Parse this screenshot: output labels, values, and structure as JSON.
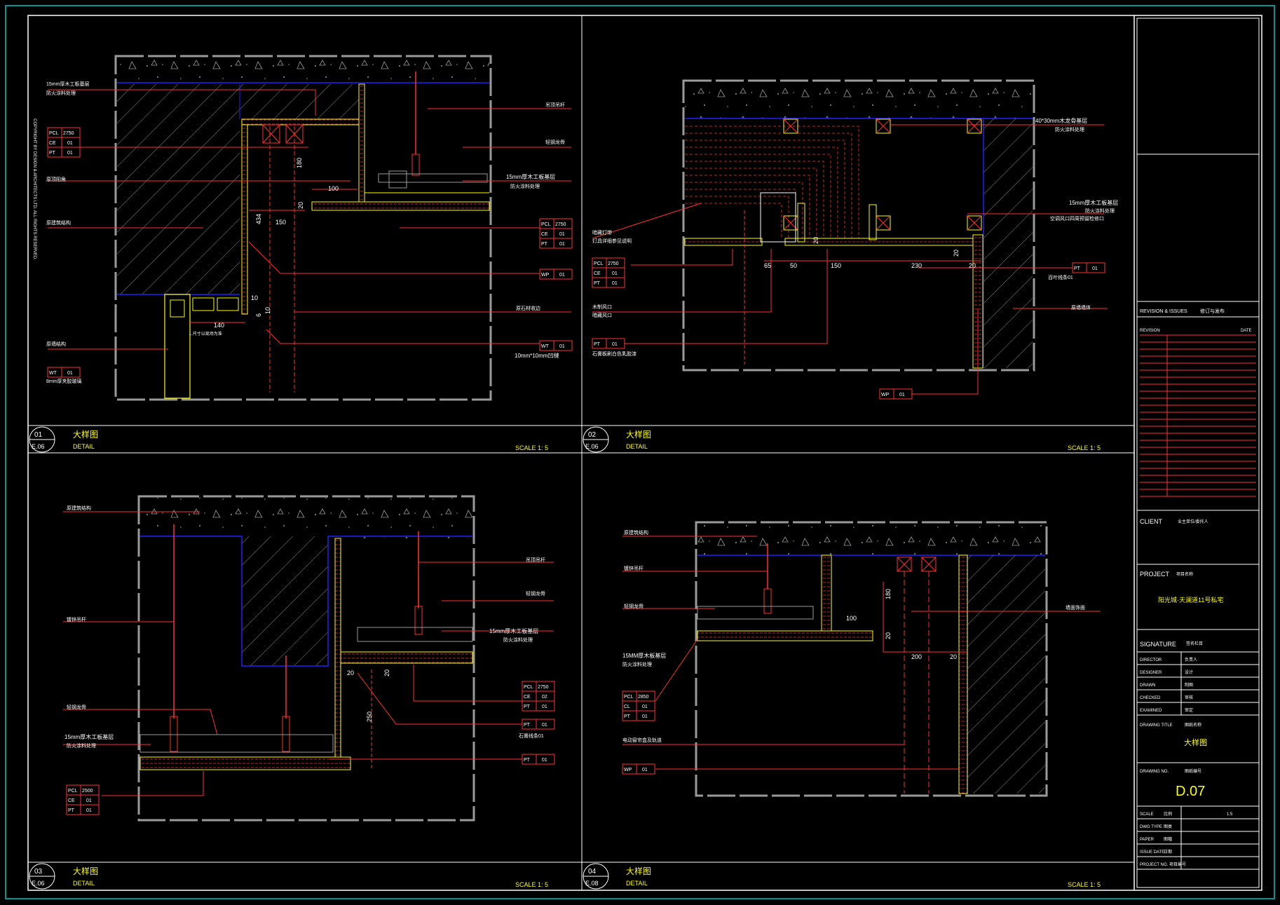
{
  "colors": {
    "background": "#000000",
    "frame": "#ffffff",
    "border": "#00c8c8",
    "dim": "#ff2020",
    "finish": "#ffff00",
    "slab": "#2020ff",
    "wall": "#9a9a9a",
    "label": "#ffffff",
    "title": "#ffff00"
  },
  "panels": [
    {
      "id": "01",
      "sheet": "E.06",
      "title_cn": "大样图",
      "title_en": "DETAIL",
      "scale": "SCALE 1:  5",
      "labels": [
        "15mm厚木工板基层",
        "防火涂料处理",
        "原顶阳角",
        "原建筑结构",
        "原墙结构",
        "8mm厚夹胶玻璃",
        "吊顶吊杆",
        "轻钢龙骨",
        "15mm厚木工板基层",
        "防火涂料处理",
        "原石材收边",
        "10mm*10mm凹缝"
      ],
      "dims": [
        "180",
        "100",
        "20",
        "434",
        "150",
        "140",
        "10",
        "10",
        "6"
      ],
      "tags": [
        {
          "a": "PCL",
          "b": "2750"
        },
        {
          "a": "CE",
          "b": "01"
        },
        {
          "a": "PT",
          "b": "01"
        },
        {
          "a": "PCL",
          "b": "2750"
        },
        {
          "a": "CE",
          "b": "01"
        },
        {
          "a": "PT",
          "b": "01"
        },
        {
          "a": "WP",
          "b": "01"
        },
        {
          "a": "WT",
          "b": "01"
        },
        {
          "a": "WT",
          "b": "01"
        }
      ],
      "note": "L 尺寸以现场为准"
    },
    {
      "id": "02",
      "sheet": "E.06",
      "title_cn": "大样图",
      "title_en": "DETAIL",
      "scale": "SCALE 1:  5",
      "labels": [
        "40*30mm木龙骨基层",
        "防火涂料处理",
        "15mm厚木工板基层",
        "防火涂料处理",
        "空调风口四周预留检修口",
        "原墙墙体",
        "暗藏灯带",
        "灯具详细参见说明",
        "木制风口",
        "暗藏风口",
        "百叶线条01",
        "石膏板刷白色乳胶漆"
      ],
      "dims": [
        "65",
        "50",
        "150",
        "230",
        "20",
        "20",
        "20"
      ],
      "tags": [
        {
          "a": "PCL",
          "b": "2750"
        },
        {
          "a": "CE",
          "b": "01"
        },
        {
          "a": "PT",
          "b": "01"
        },
        {
          "a": "PT",
          "b": "01"
        },
        {
          "a": "PT",
          "b": "01"
        },
        {
          "a": "WP",
          "b": "01"
        }
      ]
    },
    {
      "id": "03",
      "sheet": "E.06",
      "title_cn": "大样图",
      "title_en": "DETAIL",
      "scale": "SCALE 1:  5",
      "labels": [
        "原建筑结构",
        "吊顶吊杆",
        "轻钢龙骨",
        "镀锌吊杆",
        "轻钢龙骨",
        "15mm厚木工板基层",
        "防火涂料处理",
        "15mm厚木工板基层",
        "防火涂料处理",
        "石膏线条01"
      ],
      "dims": [
        "20",
        "20",
        "250"
      ],
      "tags": [
        {
          "a": "PCL",
          "b": "2750"
        },
        {
          "a": "CE",
          "b": "02"
        },
        {
          "a": "PT",
          "b": "01"
        },
        {
          "a": "PT",
          "b": "01"
        },
        {
          "a": "PT",
          "b": "01"
        },
        {
          "a": "PCL",
          "b": "2500"
        },
        {
          "a": "CE",
          "b": "01"
        },
        {
          "a": "PT",
          "b": "01"
        }
      ]
    },
    {
      "id": "04",
      "sheet": "E.08",
      "title_cn": "大样图",
      "title_en": "DETAIL",
      "scale": "SCALE 1:  5",
      "labels": [
        "原建筑结构",
        "镀锌吊杆",
        "轻钢龙骨",
        "15MM厚木板基层",
        "防火涂料处理",
        "墙面饰面",
        "电动窗帘盒及轨道"
      ],
      "dims": [
        "180",
        "100",
        "20",
        "200",
        "20"
      ],
      "tags": [
        {
          "a": "PCL",
          "b": "2850"
        },
        {
          "a": "CL",
          "b": "01"
        },
        {
          "a": "PT",
          "b": "01"
        },
        {
          "a": "WP",
          "b": "01"
        }
      ]
    }
  ],
  "title_block": {
    "revision_header": "REVISION & ISSUES",
    "revision_header_cn": "修订与发布",
    "revision": "REVISION",
    "date": "DATE",
    "client": "CLIENT",
    "client_cn": "业主单位/委托人",
    "project": "PROJECT",
    "project_cn": "项目名称",
    "project_name": "阳光城·天澜道11号私宅",
    "signature": "SIGNATURE",
    "signature_cn": "签名栏目",
    "rows": [
      {
        "label": "DIRECTOR",
        "value": "负责人"
      },
      {
        "label": "DESIGNER",
        "value": "设计"
      },
      {
        "label": "DRAWN",
        "value": "制图"
      },
      {
        "label": "CHECKED",
        "value": "审核"
      },
      {
        "label": "EXAMINED",
        "value": "审定"
      }
    ],
    "drawing_title": "DRAWING TITLE",
    "drawing_title_cn": "图纸名称",
    "drawing_title_value": "大样图",
    "drawing_no": "DRAWING NO.",
    "drawing_no_cn": "图纸编号",
    "drawing_no_value": "D.07",
    "footer_rows": [
      {
        "label": "SCALE",
        "cn": "比例",
        "value": "1:5"
      },
      {
        "label": "DWG TYPE",
        "cn": "图类",
        "value": ""
      },
      {
        "label": "PAPER",
        "cn": "图幅",
        "value": ""
      },
      {
        "label": "ISSUE DATE",
        "cn": "日期",
        "value": ""
      },
      {
        "label": "PROJECT NO.",
        "cn": "项目编号",
        "value": ""
      }
    ]
  },
  "copyright": "COPYRIGHT BY DESIGN & ARCHITECTS LTD. ALL RIGHTS RESERVED."
}
